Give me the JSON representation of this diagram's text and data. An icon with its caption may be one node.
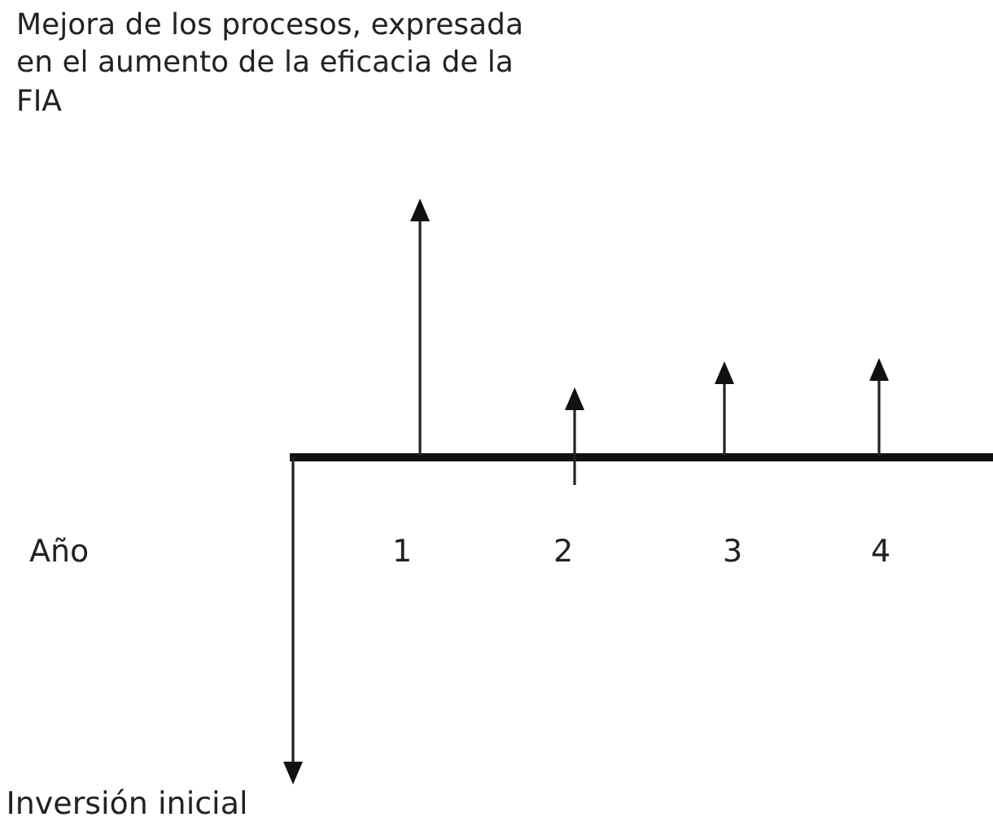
{
  "diagram": {
    "labels": [
      "Mejora de los procesos, expresada en el aumento de la eficacia de la FIA",
      "Año",
      "1",
      "2",
      "3",
      "4",
      "Inversión inicial"
    ]
  }
}
